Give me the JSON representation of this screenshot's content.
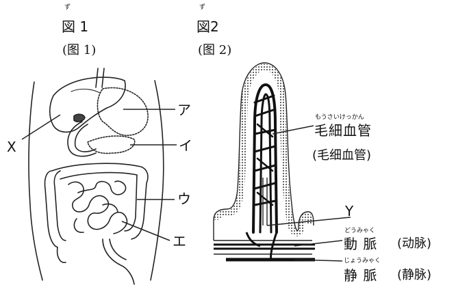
{
  "fig1": {
    "ruby": "ず",
    "title": "図 1",
    "subtitle": "(图 1)",
    "labels": {
      "a": "ア",
      "i": "イ",
      "u": "ウ",
      "e": "エ",
      "x": "X"
    }
  },
  "fig2": {
    "ruby": "ず",
    "title": "図2",
    "subtitle": "(图 2)",
    "capillary": {
      "ruby": "もうさいけっかん",
      "label": "毛細血管",
      "cn": "(毛细血管)"
    },
    "y": "Y",
    "artery": {
      "ruby": "どうみゃく",
      "label": "動 脈",
      "cn": "(动脉)"
    },
    "vein": {
      "ruby": "じょうみゃく",
      "label": "静 脈",
      "cn": "(静脉)"
    }
  }
}
